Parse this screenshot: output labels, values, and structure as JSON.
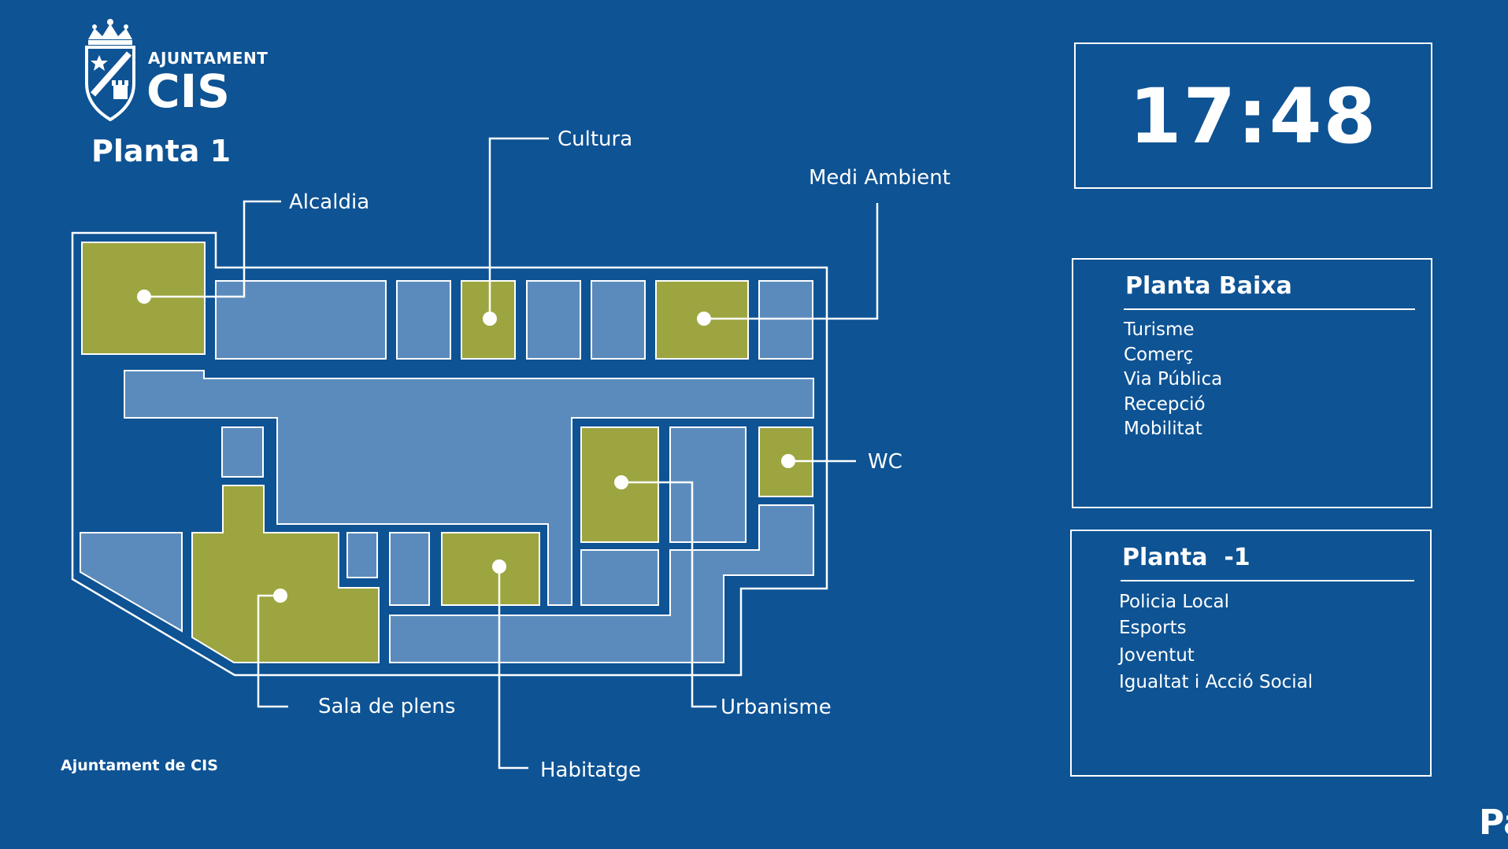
{
  "brand": {
    "small_text": "AJUNTAMENT",
    "big_text": "CIS",
    "footer_credit": "Ajuntament de CIS"
  },
  "floor_title": "Planta 1",
  "clock": {
    "time": "17:48"
  },
  "map_labels": {
    "alcaldia": "Alcaldia",
    "cultura": "Cultura",
    "medi_ambient": "Medi Ambient",
    "wc": "WC",
    "sala_de_plens": "Sala de plens",
    "habitatge": "Habitatge",
    "urbanisme": "Urbanisme"
  },
  "planta_baixa": {
    "title": "Planta Baixa",
    "items": [
      "Turisme",
      "Comerç",
      "Via Pública",
      "Recepció",
      "Mobilitat"
    ]
  },
  "planta_menys1": {
    "title": "Planta  -1",
    "items": [
      "Policia Local",
      "Esports",
      "Joventut",
      "Igualtat i Acció Social"
    ]
  },
  "edge_text": "Pa",
  "colors": {
    "background": "#0e5394",
    "room": "#5b8bbc",
    "highlight": "#9ca53f",
    "line": "#ffffff"
  }
}
